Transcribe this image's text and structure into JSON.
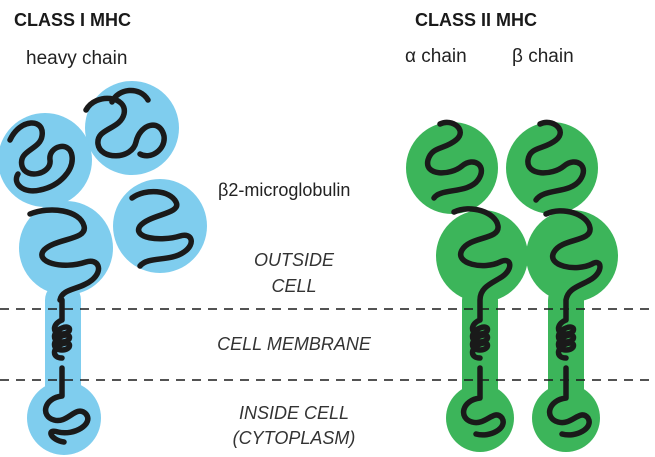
{
  "class1": {
    "title": "CLASS I MHC",
    "chain_label": "heavy chain",
    "color": "#7fcdee"
  },
  "class2": {
    "title": "CLASS II MHC",
    "alpha_label": "α chain",
    "beta_label": "β chain",
    "color": "#3cb55a"
  },
  "b2m_label": "β2-microglobulin",
  "regions": {
    "outside_line1": "OUTSIDE",
    "outside_line2": "CELL",
    "membrane": "CELL MEMBRANE",
    "inside_line1": "INSIDE CELL",
    "inside_line2": "(CYTOPLASM)"
  }
}
